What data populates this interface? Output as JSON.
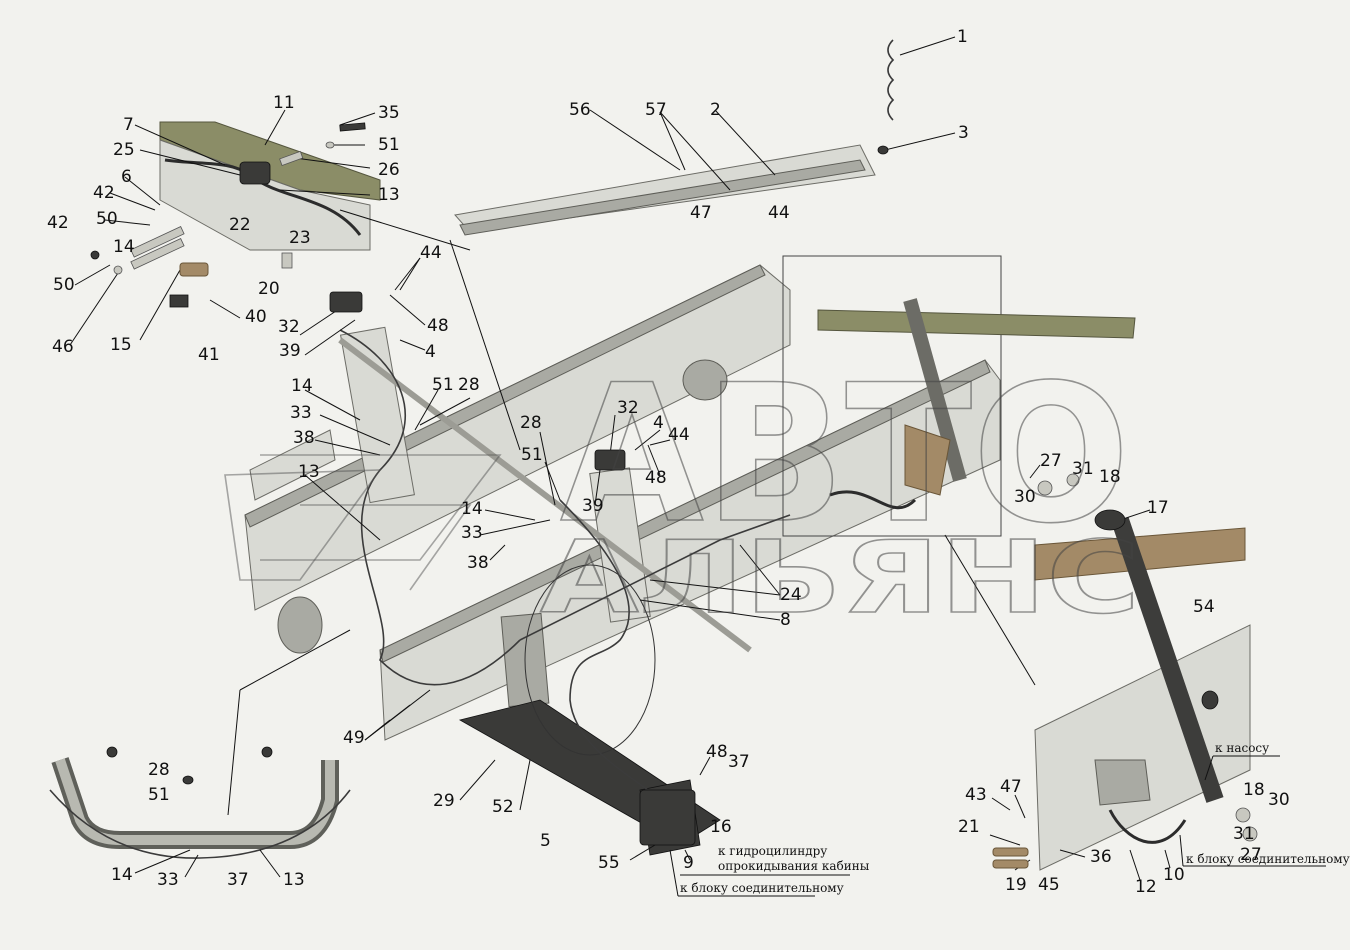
{
  "watermark": {
    "line1": "АВТО",
    "line2": "АЛЬЯНС"
  },
  "labels": [
    "1",
    "2",
    "3",
    "56",
    "57",
    "47",
    "44",
    "11",
    "35",
    "7",
    "51",
    "25",
    "26",
    "6",
    "13",
    "42",
    "50",
    "42",
    "22",
    "23",
    "14",
    "50",
    "20",
    "46",
    "15",
    "40",
    "41",
    "44",
    "32",
    "48",
    "39",
    "4",
    "14",
    "51",
    "28",
    "33",
    "38",
    "13",
    "28",
    "32",
    "4",
    "44",
    "51",
    "48",
    "39",
    "14",
    "33",
    "38",
    "24",
    "8",
    "27",
    "31",
    "30",
    "18",
    "17",
    "54",
    "49",
    "29",
    "52",
    "48",
    "37",
    "5",
    "16",
    "55",
    "9",
    "28",
    "51",
    "14",
    "33",
    "37",
    "13",
    "43",
    "47",
    "21",
    "19",
    "45",
    "36",
    "12",
    "10",
    "18",
    "30",
    "31",
    "27"
  ],
  "notes": {
    "to_pump": "к насосу",
    "to_block_right": "к блоку соединительному",
    "to_cylinder_1": "к гидроцилиндру",
    "to_cylinder_2": "опрокидывания кабины",
    "to_block_center": "к блоку соединительному"
  },
  "colors": {
    "background": "#f2f2ee",
    "frame": "#d9dad4",
    "olive_beam": "#8b8d67",
    "brown_beam": "#a38a67",
    "hose": "#2c2c2c"
  }
}
